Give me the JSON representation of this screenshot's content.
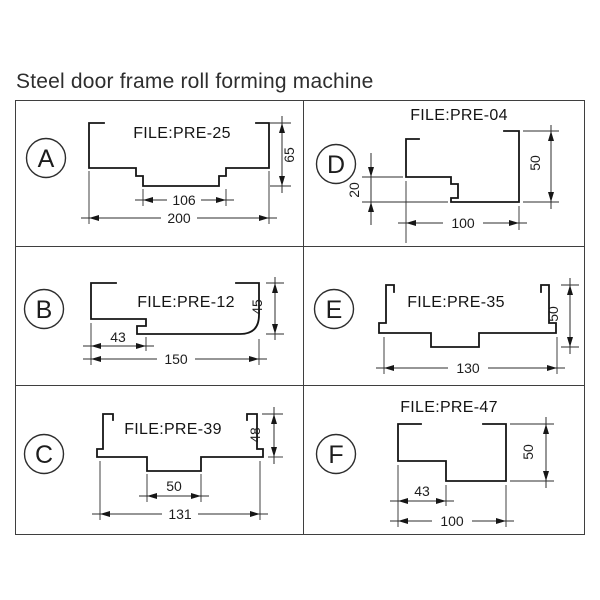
{
  "title": "Steel door frame roll forming machine",
  "colors": {
    "line": "#161616",
    "dim": "#2d2d2d",
    "background": "#ffffff"
  },
  "panels": [
    {
      "letter": "A",
      "file": "FILE:PRE-25",
      "dims": [
        "65",
        "106",
        "200"
      ]
    },
    {
      "letter": "D",
      "file": "FILE:PRE-04",
      "dims": [
        "20",
        "50",
        "100"
      ]
    },
    {
      "letter": "B",
      "file": "FILE:PRE-12",
      "dims": [
        "43",
        "150",
        "45"
      ]
    },
    {
      "letter": "E",
      "file": "FILE:PRE-35",
      "dims": [
        "50",
        "130"
      ]
    },
    {
      "letter": "C",
      "file": "FILE:PRE-39",
      "dims": [
        "48",
        "50",
        "131"
      ]
    },
    {
      "letter": "F",
      "file": "FILE:PRE-47",
      "dims": [
        "50",
        "43",
        "100"
      ]
    }
  ]
}
